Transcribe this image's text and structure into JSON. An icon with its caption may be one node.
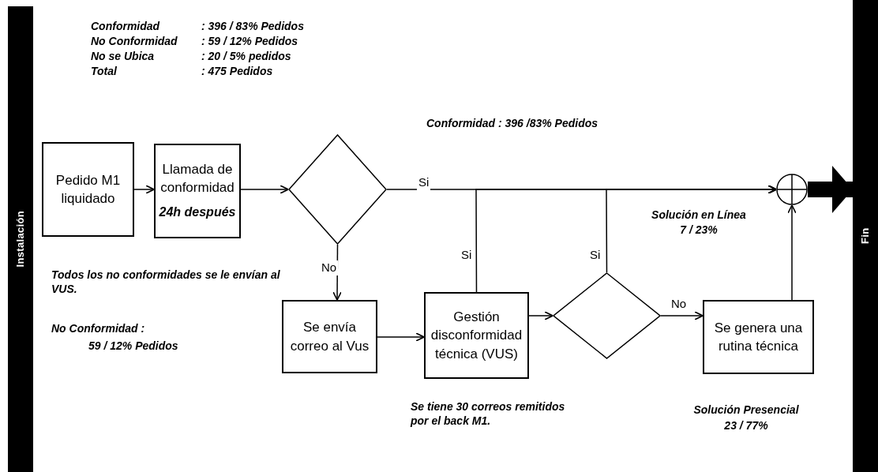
{
  "diagram": {
    "nodes": [
      {
        "text": [
          "Instalación"
        ]
      },
      {
        "text": [
          "Fin"
        ]
      },
      {
        "text": [
          "Pedido M1 liquidado"
        ]
      },
      {
        "text": [
          "Llamada de conformidad",
          "24h después"
        ]
      },
      {
        "text": [],
        "shape": "diamond"
      },
      {
        "text": [
          "Se envía correo al Vus"
        ]
      },
      {
        "text": [
          "Gestión disconformidad técnica (VUS)"
        ]
      },
      {
        "text": [],
        "shape": "diamond"
      },
      {
        "text": [
          "Se genera una rutina técnica"
        ]
      },
      {
        "text": [],
        "shape": "circle"
      }
    ],
    "edges": [
      {
        "from": 2,
        "to": 3,
        "arrow": "to"
      },
      {
        "from": 3,
        "to": 4,
        "arrow": "to"
      },
      {
        "from": 4,
        "to": 9,
        "arrow": "to",
        "label": "Si"
      },
      {
        "from": 4,
        "to": 5,
        "arrow": "to",
        "label": "No"
      },
      {
        "from": 5,
        "to": 6,
        "arrow": "to"
      },
      {
        "from": 6,
        "to": 9,
        "arrow": "to",
        "label": "Si"
      },
      {
        "from": 6,
        "to": 7,
        "arrow": "to"
      },
      {
        "from": 7,
        "to": 9,
        "arrow": "to",
        "label": "Si"
      },
      {
        "from": 7,
        "to": 8,
        "arrow": "to",
        "label": "No"
      },
      {
        "from": 8,
        "to": 9,
        "arrow": "to"
      },
      {
        "from": 9,
        "to": 1,
        "arrow": "to",
        "style": "thick"
      }
    ],
    "labels": [
      "Conformidad",
      ": 396 / 83% Pedidos",
      "No Conformidad",
      ": 59 / 12% Pedidos",
      "No se Ubica",
      ": 20 / 5% pedidos",
      "Total",
      ": 475 Pedidos",
      "Conformidad : 396 /83% Pedidos",
      "Solución en Línea",
      "7 / 23%",
      "Todos los no conformidades se le envían al VUS.",
      "No Conformidad :",
      "59 / 12% Pedidos",
      "Se tiene 30 correos remitidos por el back M1.",
      "Solución Presencial",
      "23 / 77%"
    ]
  }
}
